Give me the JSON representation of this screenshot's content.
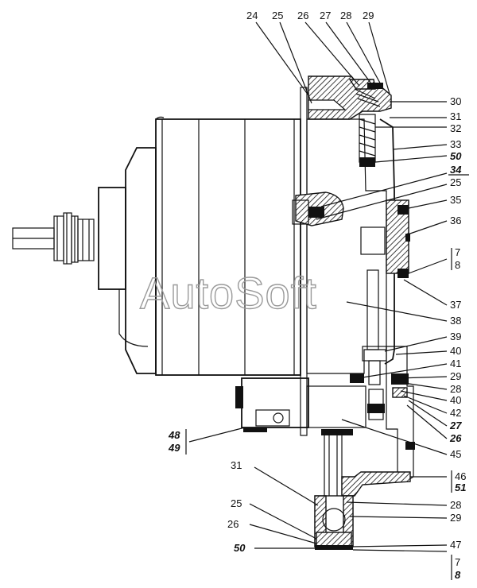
{
  "watermark": "AutoSoft",
  "callouts_top": [
    "24",
    "25",
    "26",
    "27",
    "28",
    "29"
  ],
  "callouts_right": [
    {
      "id": "c30",
      "text": "30"
    },
    {
      "id": "c31",
      "text": "31"
    },
    {
      "id": "c32",
      "text": "32"
    },
    {
      "id": "c33",
      "text": "33"
    },
    {
      "id": "c50",
      "text": "50"
    },
    {
      "id": "c34",
      "text": "34"
    },
    {
      "id": "c25",
      "text": "25"
    },
    {
      "id": "c35",
      "text": "35"
    },
    {
      "id": "c36",
      "text": "36"
    },
    {
      "id": "c7",
      "text": "7"
    },
    {
      "id": "c8",
      "text": "8"
    },
    {
      "id": "c37",
      "text": "37"
    },
    {
      "id": "c38",
      "text": "38"
    },
    {
      "id": "c39",
      "text": "39"
    },
    {
      "id": "c40a",
      "text": "40"
    },
    {
      "id": "c41",
      "text": "41"
    },
    {
      "id": "c29b",
      "text": "29"
    },
    {
      "id": "c28b",
      "text": "28"
    },
    {
      "id": "c40b",
      "text": "40"
    },
    {
      "id": "c42",
      "text": "42"
    },
    {
      "id": "c27b",
      "text": "27"
    },
    {
      "id": "c26b",
      "text": "26"
    },
    {
      "id": "c45",
      "text": "45"
    },
    {
      "id": "c46",
      "text": "46"
    },
    {
      "id": "c51",
      "text": "51"
    },
    {
      "id": "c28c",
      "text": "28"
    },
    {
      "id": "c29c",
      "text": "29"
    },
    {
      "id": "c47",
      "text": "47"
    },
    {
      "id": "c7b",
      "text": "7"
    },
    {
      "id": "c8b",
      "text": "8"
    }
  ],
  "callouts_left": [
    {
      "id": "l48",
      "text": "48"
    },
    {
      "id": "l49",
      "text": "49"
    },
    {
      "id": "l31",
      "text": "31"
    },
    {
      "id": "l25",
      "text": "25"
    },
    {
      "id": "l26",
      "text": "26"
    },
    {
      "id": "l50",
      "text": "50"
    }
  ]
}
